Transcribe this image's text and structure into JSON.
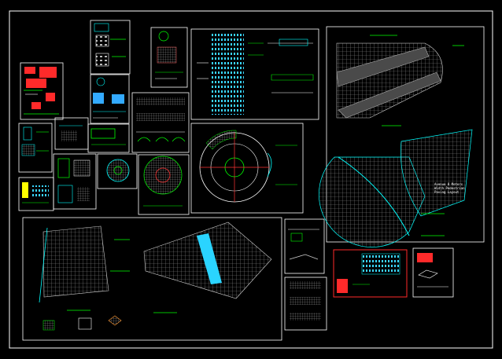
{
  "drawing": {
    "title_lines": [
      "Avenue 8 Meters",
      "Width Pedestrian",
      "Paving Layout"
    ],
    "colors": {
      "background": "#000000",
      "frame": "#ffffff",
      "accent_green": "#00ff00",
      "accent_cyan": "#00ffff",
      "accent_red": "#ff0000",
      "accent_yellow": "#ffff00",
      "grid_gray": "#9a9a9a"
    }
  }
}
